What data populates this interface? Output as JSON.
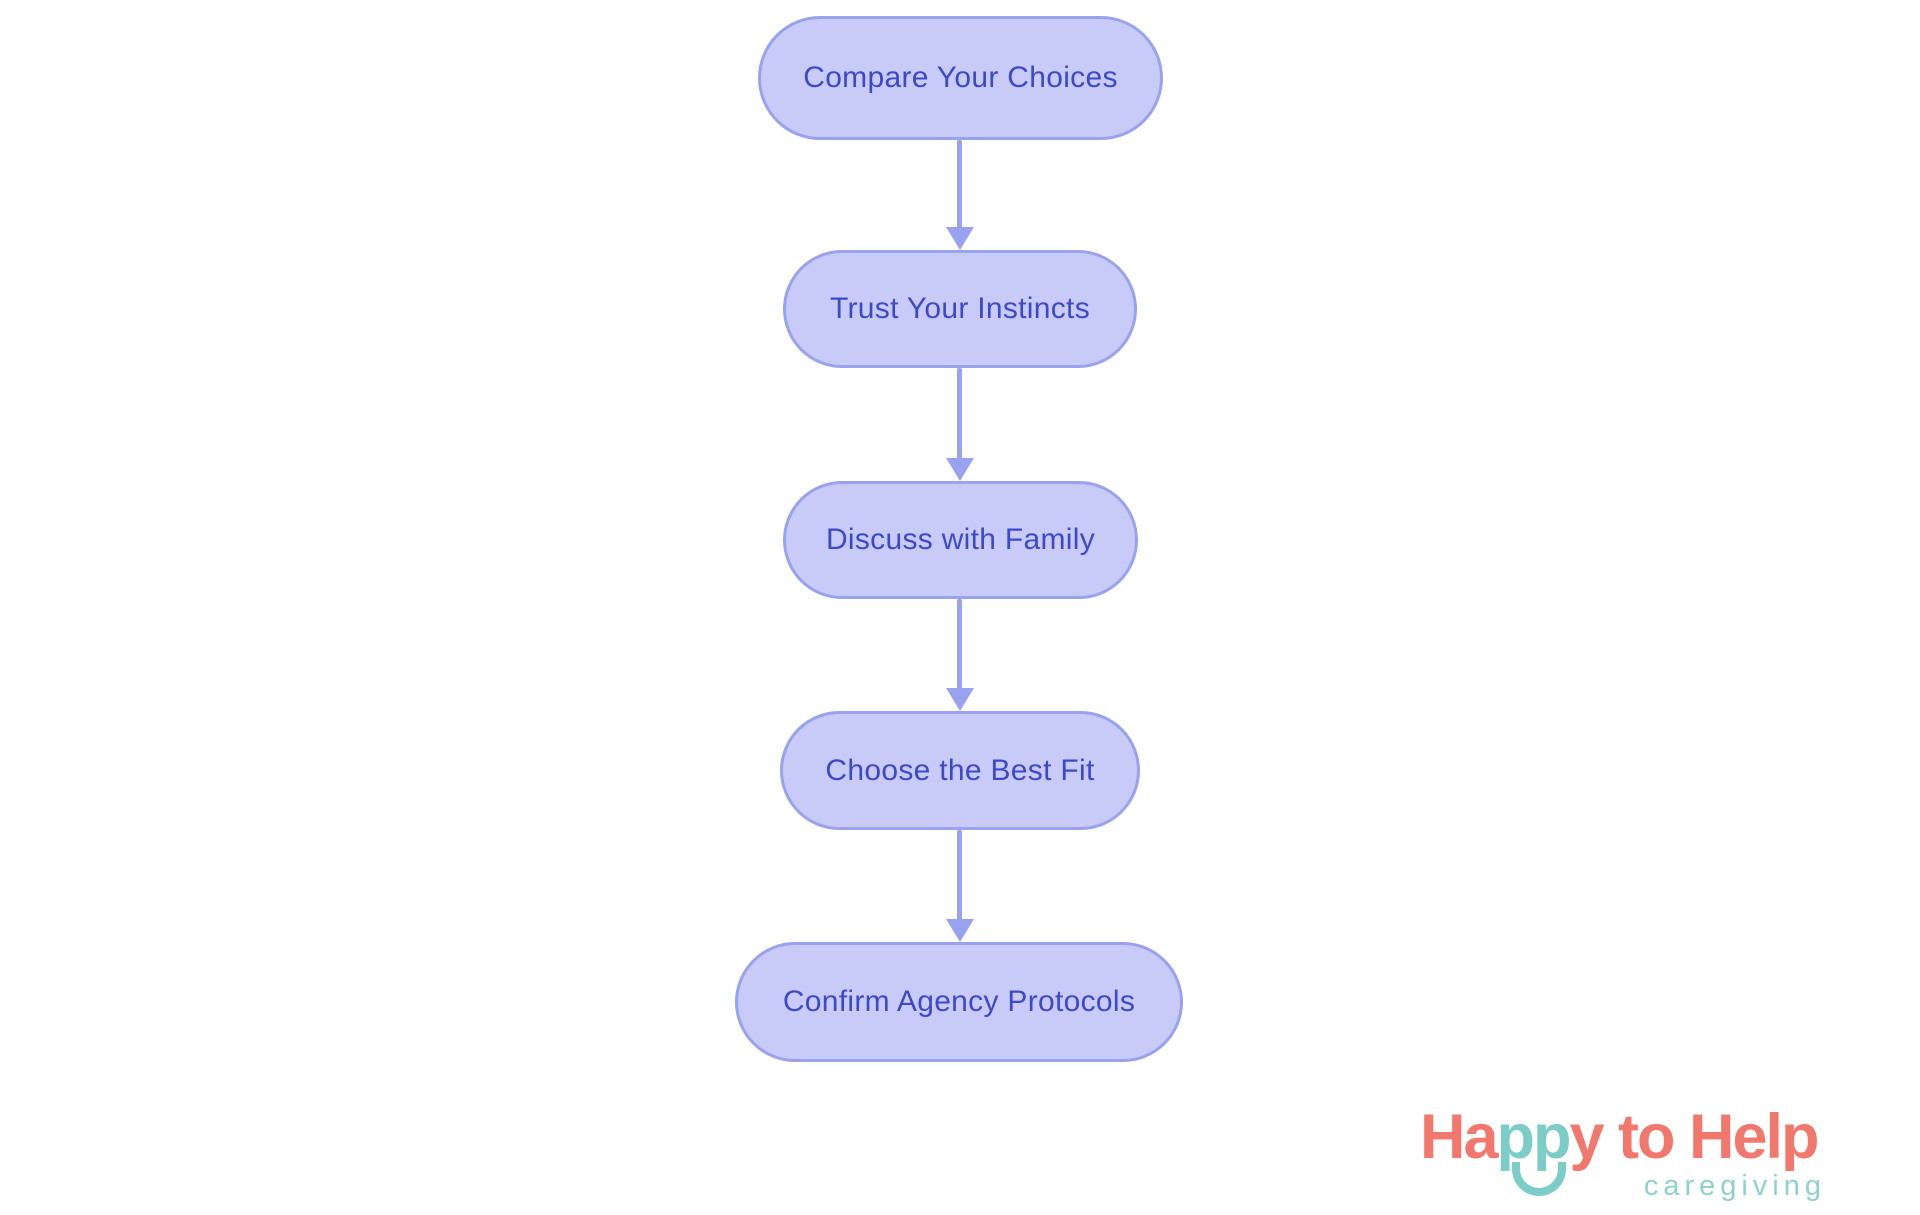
{
  "diagram": {
    "type": "flowchart",
    "direction": "top-to-bottom",
    "nodes": [
      {
        "id": 0,
        "label": "Compare Your Choices"
      },
      {
        "id": 1,
        "label": "Trust Your Instincts"
      },
      {
        "id": 2,
        "label": "Discuss with Family"
      },
      {
        "id": 3,
        "label": "Choose the Best Fit"
      },
      {
        "id": 4,
        "label": "Confirm Agency Protocols"
      }
    ],
    "edges": [
      {
        "from": 0,
        "to": 1
      },
      {
        "from": 1,
        "to": 2
      },
      {
        "from": 2,
        "to": 3
      },
      {
        "from": 3,
        "to": 4
      }
    ]
  },
  "logo": {
    "title_parts": [
      {
        "text": "Ha",
        "color": "coral"
      },
      {
        "text": "pp",
        "color": "teal"
      },
      {
        "text": "y to Help",
        "color": "coral"
      }
    ],
    "subtitle": "caregiving",
    "smile_icon": "smile-arc"
  },
  "colors": {
    "background": "#FFFFFF",
    "node_fill": "#C8CBF7",
    "node_border": "#99A2EE",
    "node_text": "#3D49CB",
    "arrow": "#99A2EE",
    "logo_coral": "#F2786D",
    "logo_teal": "#7CCDC7",
    "logo_teal_light": "#8FD2CD"
  }
}
